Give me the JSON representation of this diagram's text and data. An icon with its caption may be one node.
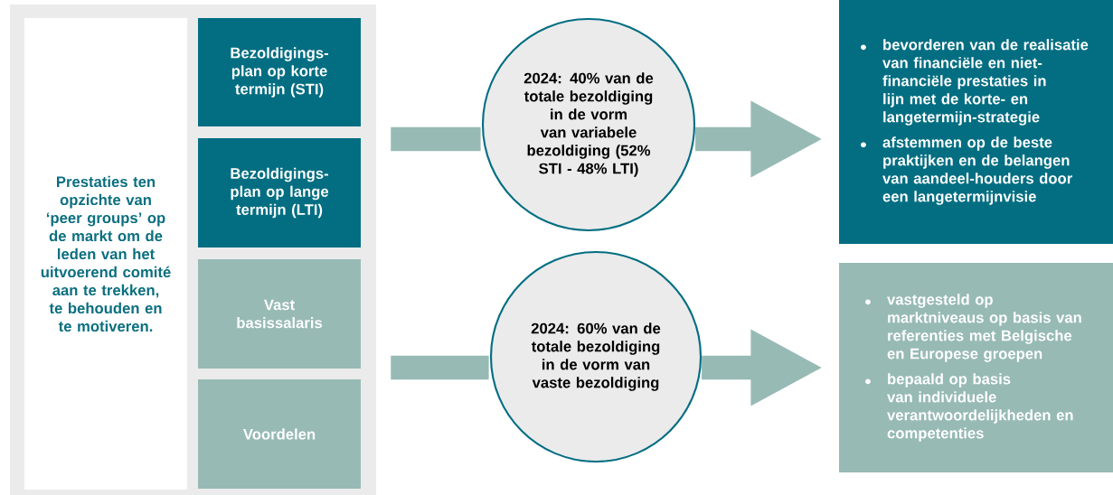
{
  "diagram": {
    "nodes": [
      {
        "text": [],
        "shape": "box"
      },
      {
        "text": [
          "Prestaties ten opzichte van ‘peer groups’ op de markt om de leden van het uitvoerend comité aan te trekken, te behouden en te motiveren."
        ],
        "in": 0
      },
      {
        "text": [
          "Bezoldigings-plan op korte termijn (STI)"
        ],
        "in": 0
      },
      {
        "text": [
          "Bezoldigings-plan op lange termijn (LTI)"
        ],
        "in": 0
      },
      {
        "text": [
          "Vast basissalaris"
        ],
        "in": 0
      },
      {
        "text": [
          "Voordelen"
        ],
        "in": 0
      },
      {
        "text": [
          "2024: 40% van de totale bezoldiging in de vorm van variabele bezoldiging (52% STI - 48% LTI)"
        ]
      },
      {
        "text": [
          "2024: 60% van de totale bezoldiging in de vorm van vaste bezoldiging"
        ]
      },
      {
        "text": [
          "bevorderen van de realisatie van financiële en niet-financiële prestaties in lijn met de korte- en langetermijn-strategie",
          "afstemmen op de beste praktijken en de belangen van aandeel-houders door een langetermijnvisie"
        ]
      },
      {
        "text": [
          "vastgesteld op marktniveaus op basis van referenties met Belgische en Europese groepen",
          "bepaald op basis van individuele verantwoordelijkheden en competenties"
        ]
      }
    ],
    "edges": [
      {
        "from": 0,
        "to": 6,
        "arrow": "none"
      },
      {
        "from": 6,
        "to": 8,
        "arrow": "to"
      },
      {
        "from": 0,
        "to": 7,
        "arrow": "none"
      },
      {
        "from": 7,
        "to": 9,
        "arrow": "to"
      }
    ]
  }
}
